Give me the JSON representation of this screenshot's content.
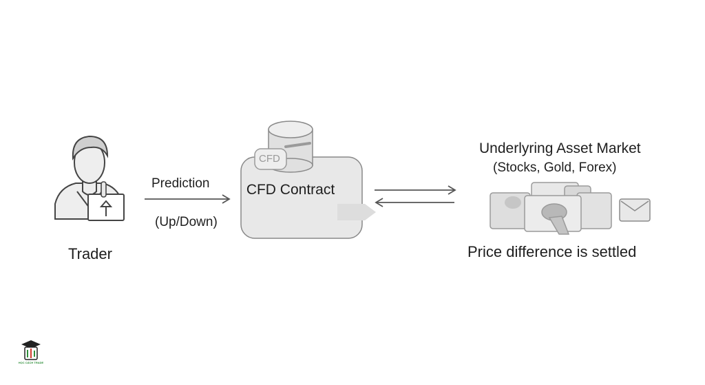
{
  "trader": {
    "label": "Trader"
  },
  "flow": {
    "action": "Prediction",
    "direction": "(Up/Down)"
  },
  "contract": {
    "badge": "CFD",
    "title": "CFD Contract"
  },
  "market": {
    "title": "Underlyring Asset Market",
    "subtitle": "(Stocks, Gold, Forex)",
    "settlement": "Price difference is settled"
  },
  "logo": {
    "text": "HỌC CÁCH TRADE"
  },
  "colors": {
    "stroke": "#555555",
    "fill": "#e6e6e6",
    "accent": "#2f8f3a"
  }
}
